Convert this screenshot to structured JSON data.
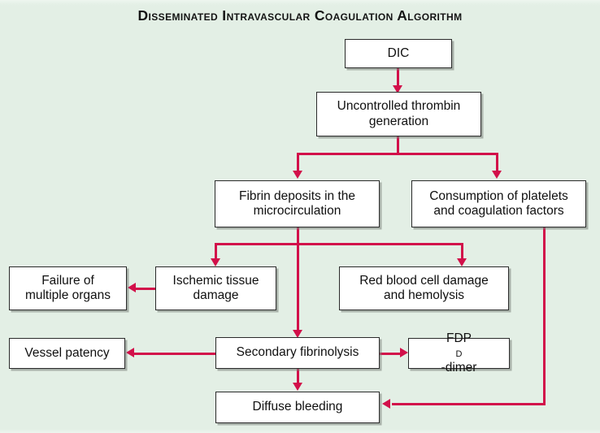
{
  "diagram": {
    "title": "Disseminated Intravascular Coagulation Algorithm",
    "background_color": "#e3efe5",
    "connector_color": "#d2104a",
    "node_fill": "#ffffff",
    "node_border": "#2a2a2a",
    "title_color": "#141414",
    "nodes": [
      {
        "id": "dic",
        "label": "DIC"
      },
      {
        "id": "thrombin",
        "line1": "Uncontrolled thrombin",
        "line2": "generation"
      },
      {
        "id": "fibrin",
        "line1": "Fibrin deposits in the",
        "line2": "microcirculation"
      },
      {
        "id": "consumption",
        "line1": "Consumption of platelets",
        "line2": "and coagulation factors"
      },
      {
        "id": "ischemic",
        "line1": "Ischemic tissue",
        "line2": "damage"
      },
      {
        "id": "rbc",
        "line1": "Red blood cell damage",
        "line2": "and hemolysis"
      },
      {
        "id": "organ-failure",
        "line1": "Failure of",
        "line2": "multiple organs"
      },
      {
        "id": "fibrinolysis",
        "label": "Secondary fibrinolysis"
      },
      {
        "id": "vessel-patency",
        "label": "Vessel patency"
      },
      {
        "id": "fdp",
        "label_prefix": "FDP ",
        "label_smallcap": "D",
        "label_suffix": "-dimer"
      },
      {
        "id": "diffuse",
        "label": "Diffuse bleeding"
      }
    ],
    "edges": [
      {
        "from": "dic",
        "to": "thrombin",
        "style": "straight-down"
      },
      {
        "from": "thrombin",
        "to": "fibrin",
        "style": "branch-down-left"
      },
      {
        "from": "thrombin",
        "to": "consumption",
        "style": "branch-down-right"
      },
      {
        "from": "fibrin",
        "to": "ischemic",
        "style": "branch-down-left"
      },
      {
        "from": "fibrin",
        "to": "rbc",
        "style": "branch-down-right"
      },
      {
        "from": "fibrin",
        "to": "fibrinolysis",
        "style": "straight-down"
      },
      {
        "from": "ischemic",
        "to": "organ-failure",
        "style": "left"
      },
      {
        "from": "fibrinolysis",
        "to": "vessel-patency",
        "style": "left"
      },
      {
        "from": "fibrinolysis",
        "to": "fdp",
        "style": "right"
      },
      {
        "from": "fibrinolysis",
        "to": "diffuse",
        "style": "straight-down"
      },
      {
        "from": "consumption",
        "to": "diffuse",
        "style": "right-elbow-left"
      }
    ]
  }
}
